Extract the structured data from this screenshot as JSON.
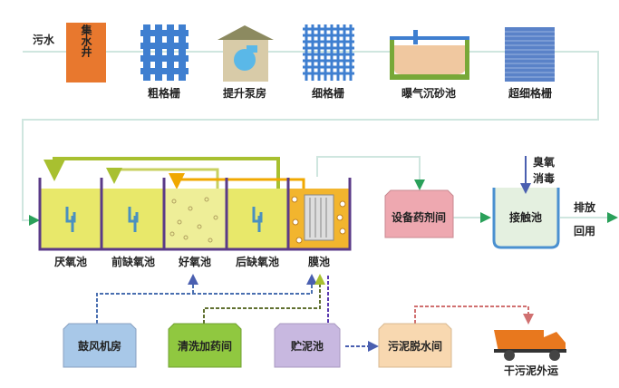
{
  "top": {
    "inflow": "污水",
    "collection_well": "集水井",
    "stages": [
      "粗格栅",
      "提升泵房",
      "细格栅",
      "曝气沉砂池",
      "超细格栅"
    ]
  },
  "tanks": [
    "厌氧池",
    "前缺氧池",
    "好氧池",
    "后缺氧池",
    "膜池"
  ],
  "equipment_room": "设备药剂间",
  "contact_tank": "接触池",
  "ozone": [
    "臭氧",
    "消毒"
  ],
  "outlet": [
    "排放",
    "回用"
  ],
  "bottom": {
    "blower": "鼓风机房",
    "cleaning": "清洗加药间",
    "sludge_tank": "贮泥池",
    "dewatering": "污泥脱水间",
    "truck": "干污泥外运"
  },
  "colors": {
    "flow": "#cfe6df",
    "tank": "#e8e86a",
    "membrane": "#f2b52e",
    "grid": "#3f7fd0"
  }
}
